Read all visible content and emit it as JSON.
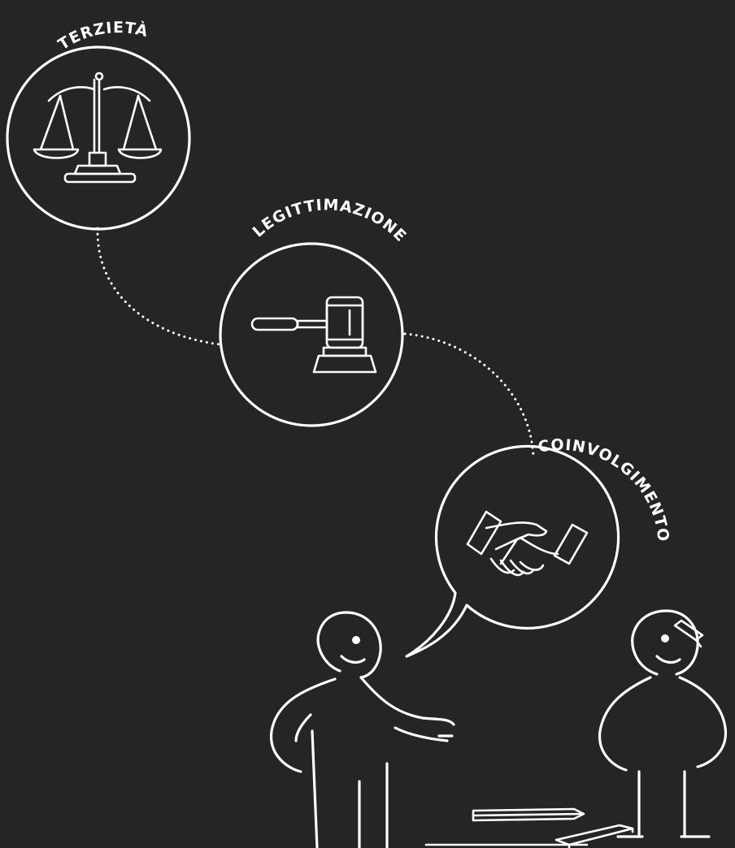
{
  "colors": {
    "background": "#262424",
    "foreground": "#ffffff"
  },
  "nodes": [
    {
      "id": "terzieta",
      "label": "TERZIETÀ",
      "icon": "scales-of-justice-icon"
    },
    {
      "id": "legittimazione",
      "label": "LEGITTIMAZIONE",
      "icon": "gavel-icon"
    },
    {
      "id": "coinvolgimento",
      "label": "COINVOLGIMENTO",
      "icon": "handshake-icon"
    }
  ],
  "figures": [
    {
      "id": "speaker",
      "icon": "person-speaking-icon"
    },
    {
      "id": "listener",
      "icon": "person-with-pencil-icon"
    }
  ]
}
